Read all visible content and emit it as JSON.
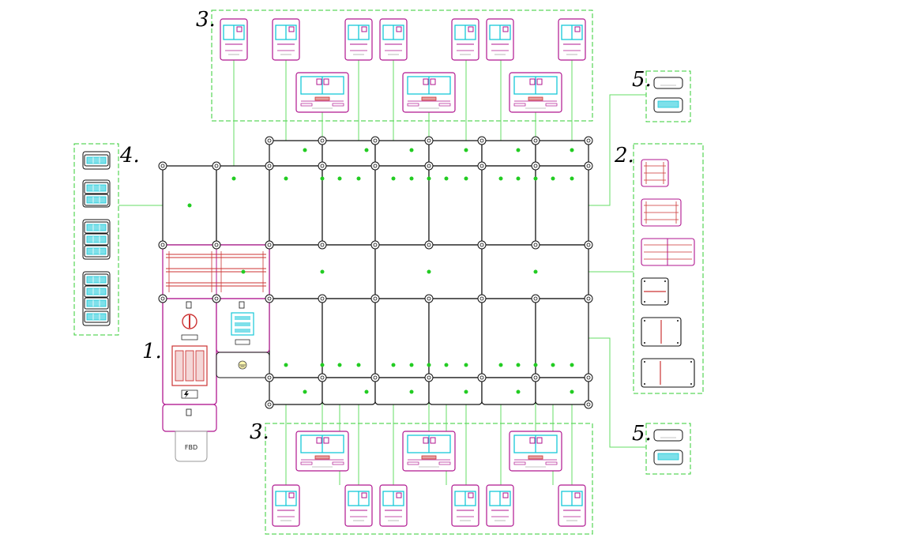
{
  "labels": {
    "group1": "1.",
    "group2": "2.",
    "group3_top": "3.",
    "group3_bottom": "3.",
    "group4": "4.",
    "group5_top": "5.",
    "group5_bottom": "5."
  },
  "fbd_label": "FBD",
  "colors": {
    "outline": "#111111",
    "dashed_group": "#33cc33",
    "connector_dot": "#22cc22",
    "connector_line": "#66dd66",
    "meter_magenta": "#b0168f",
    "meter_cyan": "#16c8d8",
    "rail_red": "#cc3333",
    "background": "#ffffff"
  },
  "icons": [
    "main-switch-knob-icon",
    "fuse-holder-icon",
    "lightning-warning-icon",
    "earth-ground-icon",
    "meter-window-icon"
  ]
}
